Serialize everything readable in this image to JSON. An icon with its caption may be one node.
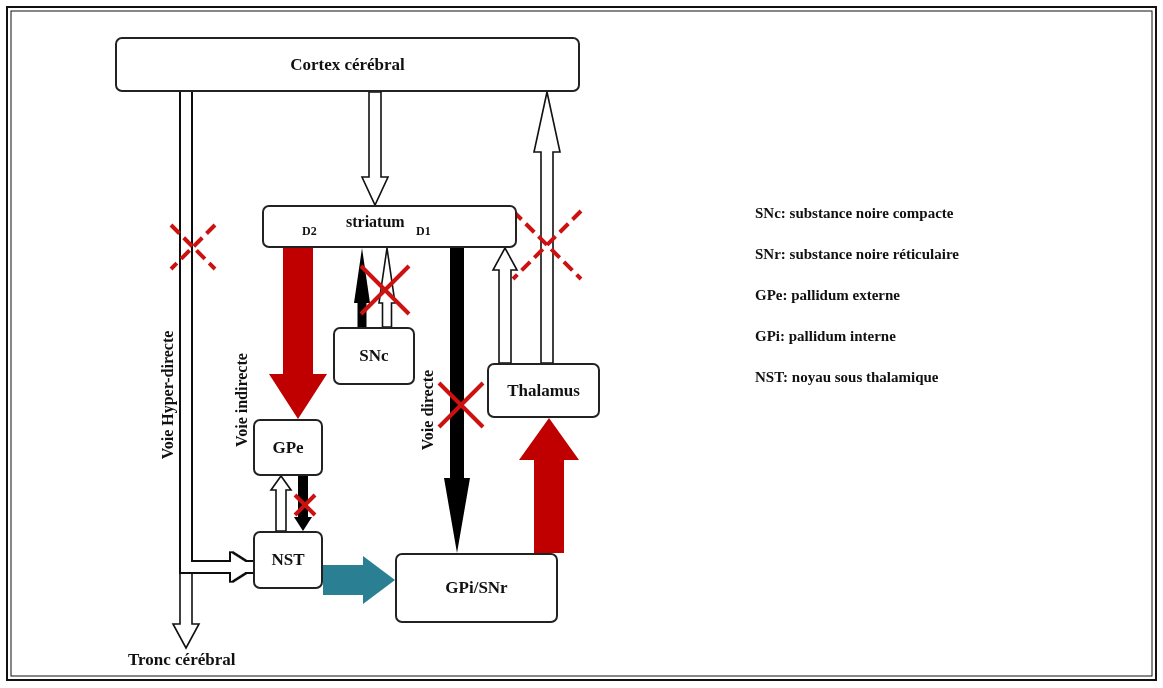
{
  "diagram": {
    "nodes": [
      {
        "text": [
          "Cortex cérébral"
        ]
      },
      {
        "text": [
          "D2",
          "striatum",
          "D1"
        ]
      },
      {
        "text": [
          "SNc"
        ]
      },
      {
        "text": [
          "Thalamus"
        ]
      },
      {
        "text": [
          "GPe"
        ]
      },
      {
        "text": [
          "NST"
        ]
      },
      {
        "text": [
          "GPi/SNr"
        ]
      },
      {
        "text": [
          "Tronc cérébral"
        ]
      }
    ],
    "edges": [
      {
        "from": 0,
        "to": 7,
        "arrow": "to",
        "label": "Voie Hyper-directe"
      },
      {
        "from": 0,
        "to": 1,
        "arrow": "to"
      },
      {
        "from": 1,
        "to": 4,
        "arrow": "to",
        "label": "Voie indirecte",
        "style": "thick",
        "color": "#c00000"
      },
      {
        "from": 2,
        "to": 1,
        "arrow": "to",
        "style": "thick",
        "color": "#000000"
      },
      {
        "from": 2,
        "to": 1,
        "arrow": "to"
      },
      {
        "from": 1,
        "to": 6,
        "arrow": "to",
        "label": "Voie directe",
        "style": "thick",
        "color": "#000000"
      },
      {
        "from": 3,
        "to": 1,
        "arrow": "to"
      },
      {
        "from": 3,
        "to": 0,
        "arrow": "to"
      },
      {
        "from": 6,
        "to": 3,
        "arrow": "to",
        "style": "thick",
        "color": "#c00000"
      },
      {
        "from": 5,
        "to": 4,
        "arrow": "to"
      },
      {
        "from": 4,
        "to": 5,
        "arrow": "to",
        "style": "thick",
        "color": "#000000"
      },
      {
        "from": 0,
        "to": 5,
        "arrow": "to"
      },
      {
        "from": 5,
        "to": 6,
        "arrow": "to",
        "style": "thick",
        "color": "#2a7f92"
      }
    ],
    "labels": [
      "SNc: substance noire compacte",
      "SNr: substance noire réticulaire",
      "GPe: pallidum externe",
      "GPi: pallidum interne",
      "NST: noyau sous thalamique"
    ]
  }
}
